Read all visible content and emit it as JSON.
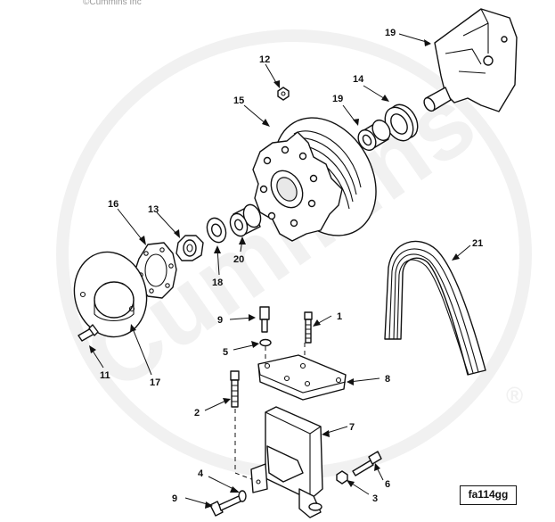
{
  "copyright": "©Cummins Inc",
  "watermark": {
    "text": "Cummins",
    "registered_mark": "®"
  },
  "figure_code": "fa114gg",
  "callouts": {
    "c1": "1",
    "c2": "2",
    "c3": "3",
    "c4": "4",
    "c5": "5",
    "c6": "6",
    "c7": "7",
    "c8": "8",
    "c9a": "9",
    "c9b": "9",
    "c11": "11",
    "c12": "12",
    "c13": "13",
    "c14": "14",
    "c15": "15",
    "c16": "16",
    "c17": "17",
    "c18": "18",
    "c19a": "19",
    "c19b": "19",
    "c20": "20",
    "c21": "21"
  }
}
